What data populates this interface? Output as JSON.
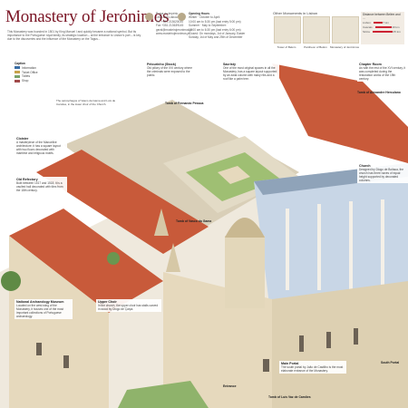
{
  "header": {
    "title": "Monastery of Jerónimos",
    "intro": "This Monastery was founded in 1501 by King Manuel I and quickly became a national symbol. But its importance to the Portuguese royal family, its strategic location – at the entrance to Lisbon's port – is key due to the discoveries and the influence of the Monastery on the Tagus..."
  },
  "contact": {
    "lines": [
      "Praça do Império",
      "1400-206 Lisboa",
      "Tel. +351 213620034",
      "Fax +351 213639145",
      "geral@mosteirojeronimos.pt",
      "www.mosteirojeronimos.pt"
    ]
  },
  "opening_hours": {
    "heading": "Opening Hours",
    "lines": [
      "Winter · October to April:",
      "10:00 am to 5:30 pm (last entry 5:00 pm)",
      "Summer · May to September:",
      "10:00 am to 6:30 pm (last entry 6:00 pm)",
      "Closed: On mondays, 1st of January, Easter",
      "Sunday, 1st of May and 25th of December"
    ]
  },
  "thumbnails": {
    "title": "Other Monuments in Lisbon",
    "items": [
      {
        "caption": "Tower of Belém"
      },
      {
        "caption": "Pantheon of Belém"
      },
      {
        "caption": "Monastery of Jerónimos"
      }
    ]
  },
  "distances": {
    "title": "Distance between Belém and ...",
    "rows": [
      {
        "label": "Lisbon",
        "value": "7 km"
      },
      {
        "label": "Cascais",
        "value": "19 km"
      },
      {
        "label": "Sintra",
        "value": "25 km"
      }
    ]
  },
  "caption": {
    "heading": "Caption",
    "items": [
      {
        "label": "Information",
        "color": "#3a6ea5"
      },
      {
        "label": "Ticket Office",
        "color": "#c7a24a"
      },
      {
        "label": "Toilets",
        "color": "#7aa36b"
      },
      {
        "label": "Shop",
        "color": "#a14a4a"
      }
    ]
  },
  "callouts": {
    "pelourinho": {
      "title": "Pelourinho (Stock)",
      "text": "Old pillory of the XVI century where the criminals were exposed to the public."
    },
    "sacristy": {
      "title": "Sacristy",
      "text": "One of the most original spaces in all the Monastery, has a square layout supported by an axial column with many ribs and a roof like a palm tree."
    },
    "chapter_room": {
      "title": "Chapter Room",
      "text": "As with the rest of the XVI century, it was completed during the restoration works of the 19th century."
    },
    "cloister": {
      "title": "Cloister",
      "text": "A masterpiece of the Manueline architecture; it has a square layout with two floors decorated with maritime and religious motifs."
    },
    "refectory": {
      "title": "Old Refectory",
      "text": "Built between 1517 and 1518, it is a vaulted hall decorated with tiles from the 18th century."
    },
    "archaeology": {
      "title": "National Archaeology Museum",
      "text": "Located on the west wing of the Monastery, it houses one of the most important collections of Portuguese archaeology."
    },
    "choir": {
      "title": "Upper Choir",
      "text": "In the church, the upper choir has stalls carved in wood by Diogo de Çarça."
    },
    "church": {
      "title": "Church",
      "text": "Designed by Diogo de Boitaca, the church has three naves of equal height supported by decorated columns."
    },
    "south_portal": {
      "title": "Main Portal",
      "text": "The south portal by João de Castilho is the most elaborate entrance of the Monastery."
    },
    "tombs_caption": {
      "title": "",
      "text": "The sarcophagus of Vasco da Gama and Luís de Camões, in the lower choir of the Church."
    }
  },
  "labels": {
    "tomb_fernando": "Tomb of Fernando Pessoa",
    "tomb_vasco": "Tomb of Vasco da Gama",
    "tomb_camoes": "Tomb of Luís Vaz de Camões",
    "entrance": "Entrance",
    "south_portal": "South Portal",
    "tomb_alexandre": "Tomb of Alexandre Herculano"
  },
  "colors": {
    "title": "#7a1424",
    "roof": "#c85a3a",
    "stone": "#e6d9bd",
    "garden": "#8fb36b"
  }
}
